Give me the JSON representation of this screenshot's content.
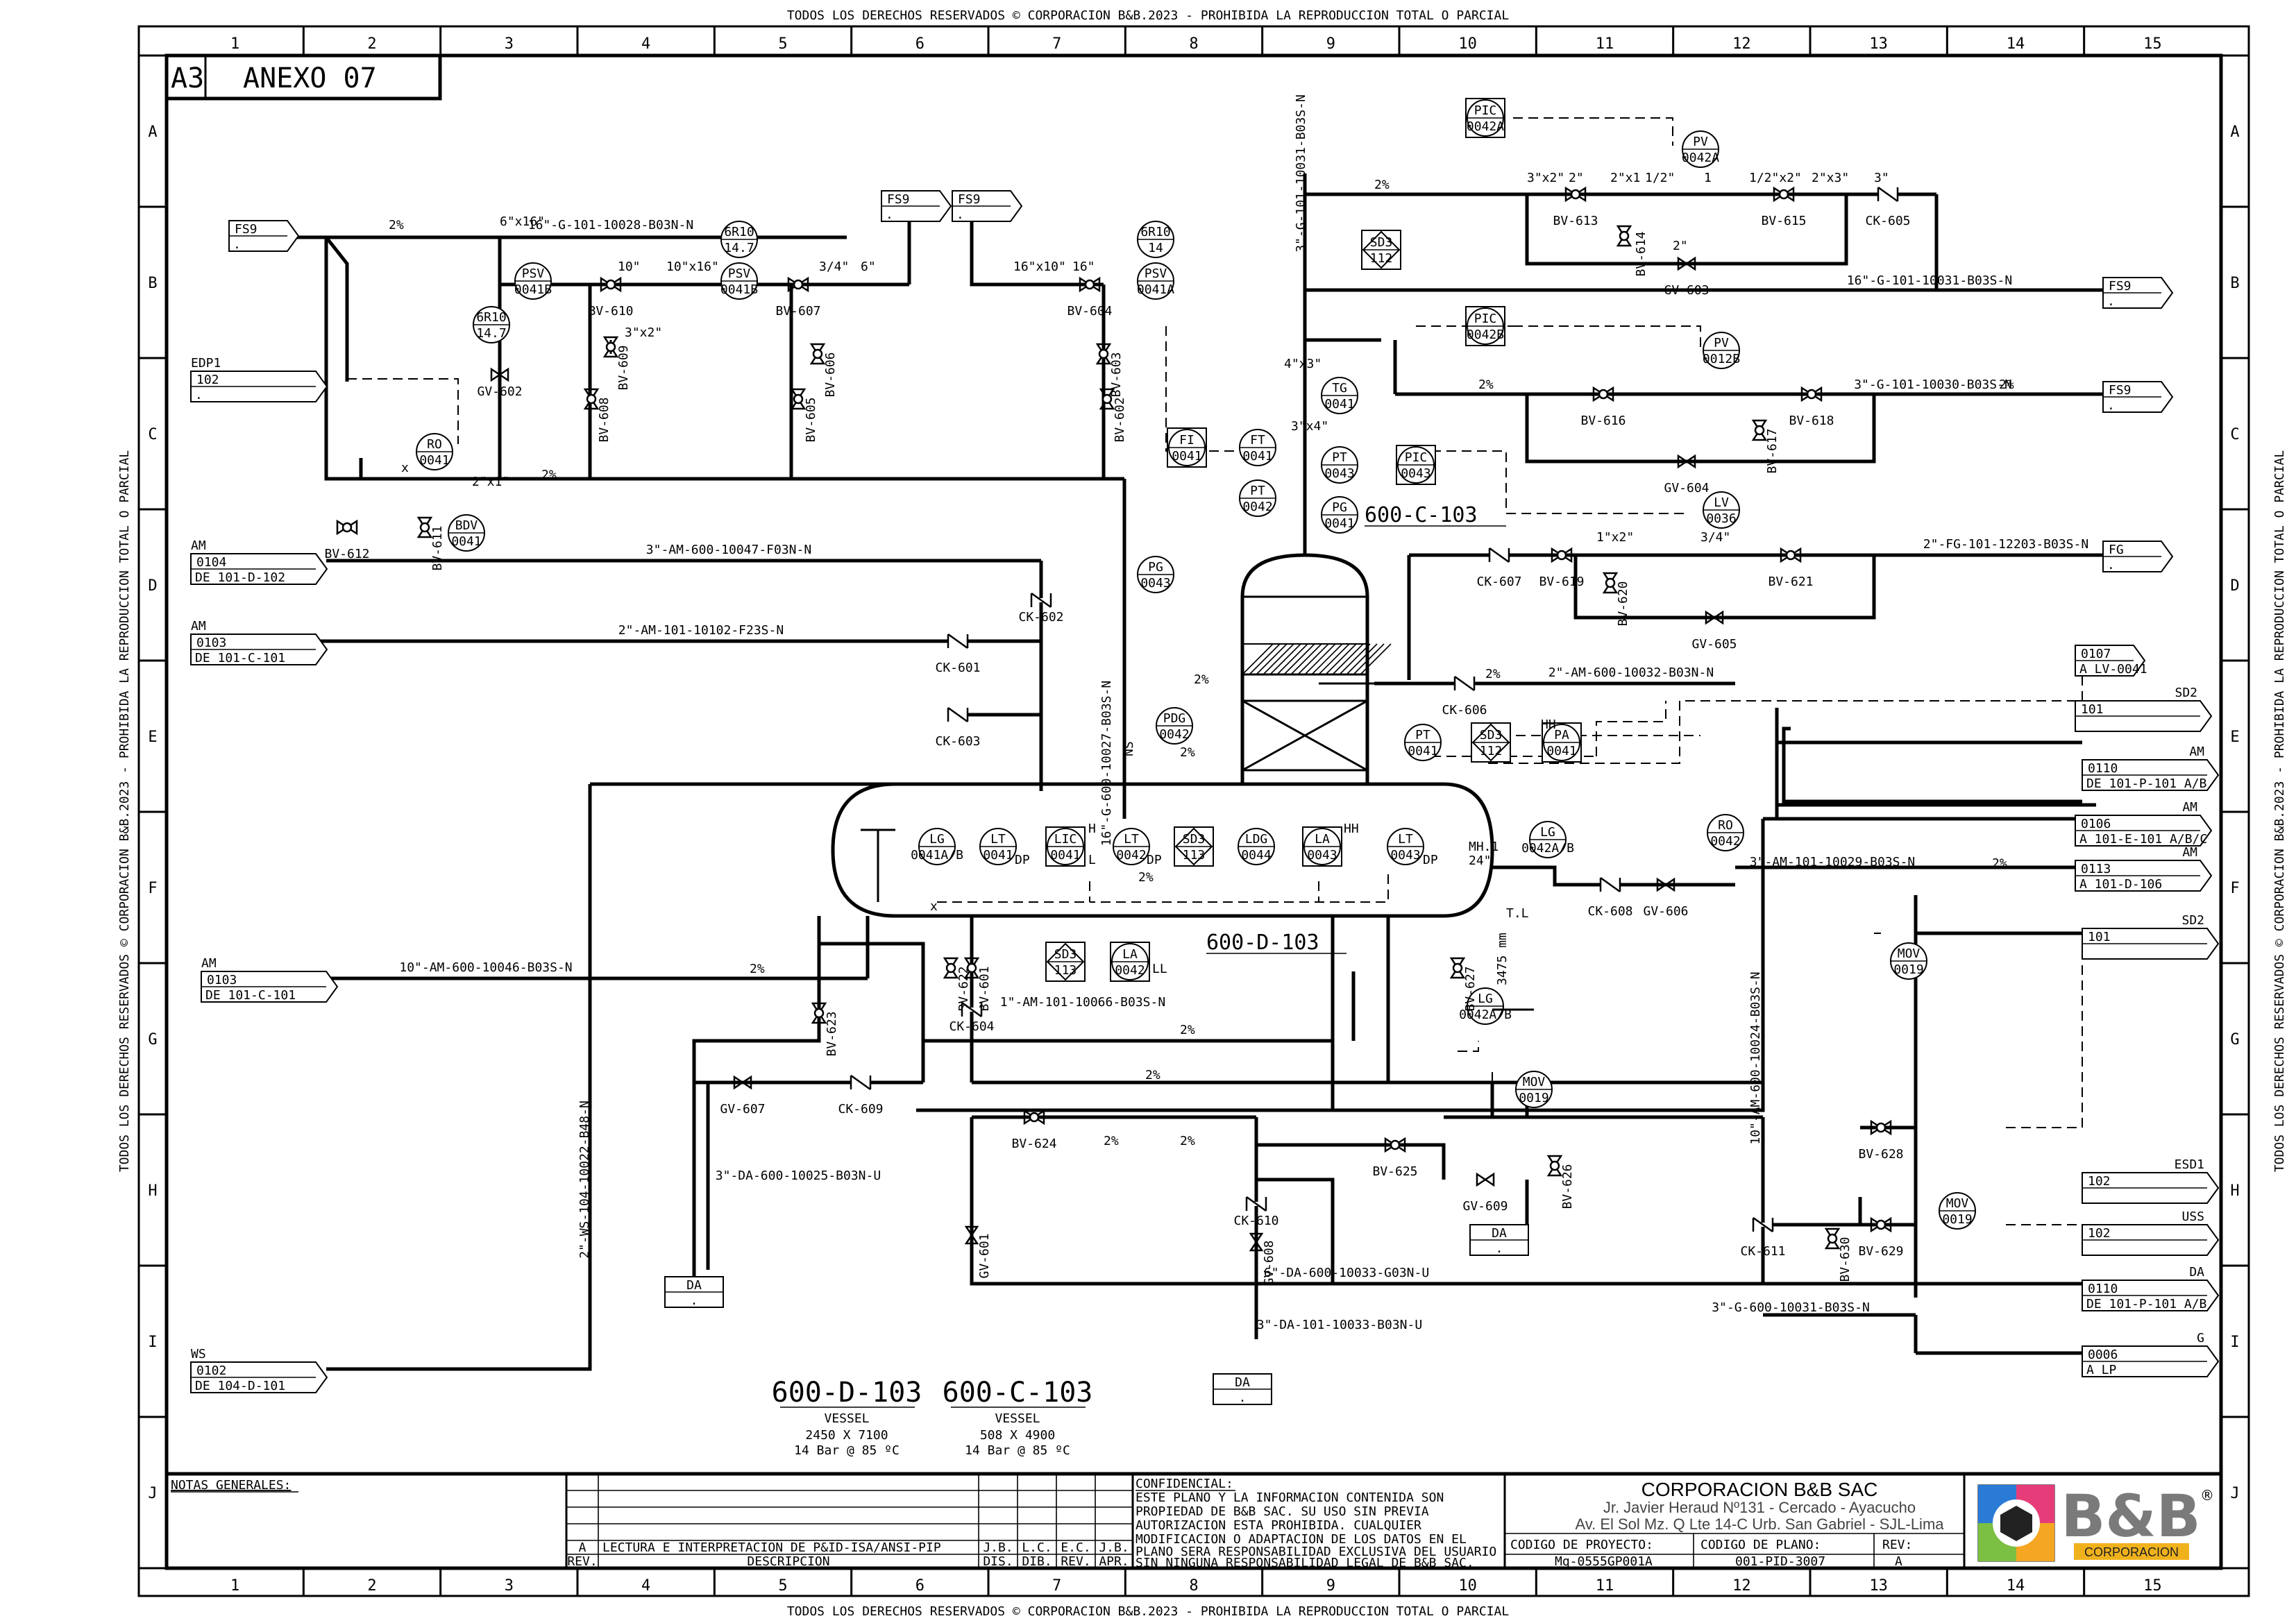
{
  "header": {
    "top_notice": "TODOS LOS DERECHOS RESERVADOS © CORPORACION B&B.2023 - PROHIBIDA LA REPRODUCCION TOTAL O PARCIAL",
    "bottom_notice": "TODOS LOS DERECHOS RESERVADOS © CORPORACION B&B.2023 - PROHIBIDA LA REPRODUCCION TOTAL O PARCIAL",
    "left_notice": "TODOS LOS DERECHOS RESERVADOS © CORPORACION B&B.2023 - PROHIBIDA LA REPRODUCCION TOTAL O PARCIAL",
    "right_notice": "TODOS LOS DERECHOS RESERVADOS © CORPORACION B&B.2023 - PROHIBIDA LA REPRODUCCION TOTAL O PARCIAL"
  },
  "grid": {
    "columns": [
      "1",
      "2",
      "3",
      "4",
      "5",
      "6",
      "7",
      "8",
      "9",
      "10",
      "11",
      "12",
      "13",
      "14",
      "15"
    ],
    "rows": [
      "A",
      "B",
      "C",
      "D",
      "E",
      "F",
      "G",
      "H",
      "I",
      "J"
    ]
  },
  "sheet": {
    "size": "A3",
    "annex": "ANEXO 07"
  },
  "equipment": {
    "vessel_d": {
      "tag": "600-D-103",
      "type": "VESSEL",
      "dims": "2450 X 7100",
      "design": "14 Bar @ 85 ºC"
    },
    "vessel_c": {
      "tag": "600-C-103",
      "type": "VESSEL",
      "dims": "508 X 4900",
      "design": "14 Bar @ 85 ºC"
    }
  },
  "offpage": [
    {
      "id": "fs9-left",
      "label": "FS9",
      "sub": "."
    },
    {
      "id": "fs9-a",
      "label": "FS9",
      "sub": "."
    },
    {
      "id": "fs9-b",
      "label": "FS9",
      "sub": "."
    },
    {
      "id": "fs9-r1",
      "label": "FS9",
      "sub": "."
    },
    {
      "id": "fs9-r2",
      "label": "FS9",
      "sub": "."
    },
    {
      "id": "fg-r",
      "label": "FG",
      "sub": "."
    },
    {
      "id": "edp1",
      "title": "EDP1",
      "label": "102",
      "sub": "."
    },
    {
      "id": "am-0104",
      "title": "AM",
      "label": "0104",
      "sub": "DE 101-D-102"
    },
    {
      "id": "am-0103a",
      "title": "AM",
      "label": "0103",
      "sub": "DE 101-C-101"
    },
    {
      "id": "am-0103b",
      "title": "AM",
      "label": "0103",
      "sub": "DE 101-C-101"
    },
    {
      "id": "ws-0102",
      "title": "WS",
      "label": "0102",
      "sub": "DE 104-D-101"
    },
    {
      "id": "r-0107",
      "label": "0107",
      "sub": "A LV-0041"
    },
    {
      "id": "r-sd2-101",
      "title": "SD2",
      "label": "101",
      "sub": ""
    },
    {
      "id": "r-am-0110",
      "title": "AM",
      "label": "0110",
      "sub": "DE 101-P-101 A/B"
    },
    {
      "id": "r-am-0106",
      "title": "AM",
      "label": "0106",
      "sub": "A 101-E-101 A/B/C"
    },
    {
      "id": "r-am-0113",
      "title": "AM",
      "label": "0113",
      "sub": "A 101-D-106"
    },
    {
      "id": "r-sd2-101b",
      "title": "SD2",
      "label": "101",
      "sub": ""
    },
    {
      "id": "r-esd1",
      "title": "ESD1",
      "label": "102",
      "sub": ""
    },
    {
      "id": "r-uss",
      "title": "USS",
      "label": "102",
      "sub": ""
    },
    {
      "id": "r-da-0110",
      "title": "DA",
      "label": "0110",
      "sub": "DE 101-P-101 A/B"
    },
    {
      "id": "r-g-0006",
      "title": "G",
      "label": "0006",
      "sub": "A LP"
    },
    {
      "id": "da-1",
      "label": "DA",
      "sub": "."
    },
    {
      "id": "da-2",
      "label": "DA",
      "sub": "."
    },
    {
      "id": "da-3",
      "label": "DA",
      "sub": "."
    }
  ],
  "lines": [
    "16\"-G-101-10028-B03N-N",
    "3\"-G-101-10031-B03S-N",
    "16\"-G-101-10031-B03S-N",
    "3\"-G-101-10030-B03S-N",
    "2\"-FG-101-12203-B03S-N",
    "3\"-AM-600-10047-F03N-N",
    "2\"-AM-101-10102-F23S-N",
    "16\"-G-600-10027-B03S-N",
    "2\"-AM-600-10032-B03N-N",
    "10\"-AM-600-10046-B03S-N",
    "3\"-AM-101-10029-B03S-N",
    "10\"-AM-600-10024-B03S-N",
    "1\"-AM-101-10066-B03S-N",
    "2\"-WS-104-10022-B48-N",
    "3\"-DA-600-10025-B03N-U",
    "6\"-DA-600-10033-G03N-U",
    "3\"-DA-101-10033-B03N-U",
    "3\"-G-600-10031-B03S-N"
  ],
  "instruments": [
    {
      "tag": "PIC",
      "num": "0042A",
      "kind": "box"
    },
    {
      "tag": "PV",
      "num": "0042A",
      "kind": "circle"
    },
    {
      "tag": "SD3",
      "num": "112",
      "kind": "diamond"
    },
    {
      "tag": "PIC",
      "num": "0042B",
      "kind": "box"
    },
    {
      "tag": "PV",
      "num": "0012B",
      "kind": "circle"
    },
    {
      "tag": "TG",
      "num": "0041",
      "kind": "circle"
    },
    {
      "tag": "FI",
      "num": "0041",
      "kind": "box"
    },
    {
      "tag": "FT",
      "num": "0041",
      "kind": "circle"
    },
    {
      "tag": "PT",
      "num": "0043",
      "kind": "circle"
    },
    {
      "tag": "PIC",
      "num": "0043",
      "kind": "box"
    },
    {
      "tag": "PT",
      "num": "0042",
      "kind": "circle"
    },
    {
      "tag": "PG",
      "num": "0041",
      "kind": "circle"
    },
    {
      "tag": "LV",
      "num": "0036",
      "kind": "circle"
    },
    {
      "tag": "PG",
      "num": "0043",
      "kind": "circle"
    },
    {
      "tag": "PDG",
      "num": "0042",
      "kind": "circle"
    },
    {
      "tag": "PT",
      "num": "0041",
      "kind": "circle"
    },
    {
      "tag": "SD3",
      "num": "112",
      "kind": "diamond"
    },
    {
      "tag": "PA",
      "num": "0041",
      "kind": "box"
    },
    {
      "tag": "LG",
      "num": "0041A/B",
      "kind": "circle"
    },
    {
      "tag": "LT",
      "num": "0041",
      "kind": "circle"
    },
    {
      "tag": "LIC",
      "num": "0041",
      "kind": "box"
    },
    {
      "tag": "LT",
      "num": "0042",
      "kind": "circle"
    },
    {
      "tag": "SD3",
      "num": "113",
      "kind": "diamond"
    },
    {
      "tag": "LDG",
      "num": "0044",
      "kind": "circle"
    },
    {
      "tag": "LA",
      "num": "0043",
      "kind": "box"
    },
    {
      "tag": "LT",
      "num": "0043",
      "kind": "circle"
    },
    {
      "tag": "LG",
      "num": "0042A/B",
      "kind": "circle"
    },
    {
      "tag": "SD3",
      "num": "113",
      "kind": "diamond"
    },
    {
      "tag": "LA",
      "num": "0042",
      "kind": "box"
    },
    {
      "tag": "RO",
      "num": "0042",
      "kind": "circle"
    },
    {
      "tag": "MOV",
      "num": "0019",
      "kind": "circle"
    },
    {
      "tag": "LG",
      "num": "0042A/B",
      "kind": "circle"
    },
    {
      "tag": "MOV",
      "num": "0019",
      "kind": "circle"
    },
    {
      "tag": "MOV",
      "num": "0019",
      "kind": "circle"
    },
    {
      "tag": "RO",
      "num": "0041",
      "kind": "circle"
    },
    {
      "tag": "BDV",
      "num": "0041",
      "kind": "circle"
    },
    {
      "tag": "PSV",
      "num": "0041B",
      "kind": "circle"
    },
    {
      "tag": "6R10",
      "num": "14.7",
      "kind": "circle"
    },
    {
      "tag": "PSV",
      "num": "0041B",
      "kind": "circle"
    },
    {
      "tag": "6R10",
      "num": "14.7",
      "kind": "circle"
    },
    {
      "tag": "6R10",
      "num": "14",
      "kind": "circle"
    },
    {
      "tag": "PSV",
      "num": "0041A",
      "kind": "circle"
    }
  ],
  "valves": [
    "BV-613",
    "BV-614",
    "BV-615",
    "CK-605",
    "GV-603",
    "BV-616",
    "BV-617",
    "BV-618",
    "GV-604",
    "CK-607",
    "BV-619",
    "BV-620",
    "BV-621",
    "GV-605",
    "CK-606",
    "CK-608",
    "GV-606",
    "BV-610",
    "GV-602",
    "BV-609",
    "BV-608",
    "BV-607",
    "BV-606",
    "BV-605",
    "BV-604",
    "BV-603",
    "BV-602",
    "BV-612",
    "BV-611",
    "CK-602",
    "CK-601",
    "CK-603",
    "BV-622",
    "BV-601",
    "CK-604",
    "BV-623",
    "GV-607",
    "CK-609",
    "BV-624",
    "BV-625",
    "CK-610",
    "GV-608",
    "GV-609",
    "BV-626",
    "BV-627",
    "GV-601",
    "BV-628",
    "CK-611",
    "BV-630",
    "BV-629"
  ],
  "labels": {
    "slope": "2%",
    "h_mh": "MH.1",
    "h_24": "24\"",
    "tl": "T.L",
    "elev": "3475 mm",
    "hh": "HH",
    "ll": "LL",
    "h": "H",
    "l": "L",
    "dp": "DP",
    "ns": "NS",
    "x": "x"
  },
  "sizes": [
    "3\"x2\"",
    "2\"",
    "2\"x1",
    "1/2\"",
    "1",
    "1/2\"x2\"",
    "2\"x3\"",
    "3\"",
    "2\"",
    "4\"x3\"",
    "3\"x4\"",
    "10\"",
    "10\"x16\"",
    "16\"x10\"",
    "16\"",
    "3/4\"",
    "6\"",
    "6\"x16\"",
    "2\"x1\"",
    "1\"x2\"",
    "3/4\""
  ],
  "notes": {
    "title": "NOTAS GENERALES:"
  },
  "revision": {
    "rev": "A",
    "description": "LECTURA E INTERPRETACION DE P&ID-ISA/ANSI-PIP",
    "dis": "J.B.",
    "dib": "L.C.",
    "rev_by": "E.C.",
    "apr": "J.B.",
    "h_rev": "REV.",
    "h_desc": "DESCRIPCION",
    "h_dis": "DIS.",
    "h_dib": "DIB.",
    "h_revb": "REV.",
    "h_apr": "APR."
  },
  "confidential": {
    "title": "CONFIDENCIAL:",
    "lines": [
      "ESTE  PLANO  Y  LA  INFORMACION  CONTENIDA  SON",
      "PROPIEDAD  DE  B&B  SAC.  SU  USO  SIN  PREVIA",
      "AUTORIZACION    ESTA    PROHIBIDA.    CUALQUIER",
      "MODIFICACION O ADAPTACION DE LOS DATOS EN EL",
      "PLANO SERA RESPONSABILIDAD EXCLUSIVA DEL USUARIO",
      "SIN NINGUNA RESPONSABILIDAD LEGAL DE B&B SAC."
    ]
  },
  "company": {
    "name": "CORPORACION B&B SAC",
    "addr1": "Jr. Javier Heraud Nº131 - Cercado - Ayacucho",
    "addr2": "Av. El Sol Mz. Q Lte 14-C Urb. San Gabriel - SJL-Lima",
    "proj_label": "CODIGO DE PROYECTO:",
    "proj": "Mq-0555GP001A",
    "plan_label": "CODIGO DE PLANO:",
    "plan": "001-PID-3007",
    "rev_label": "REV:",
    "rev": "A",
    "logo": "B&B",
    "logo_sub": "CORPORACION",
    "reg": "®"
  }
}
